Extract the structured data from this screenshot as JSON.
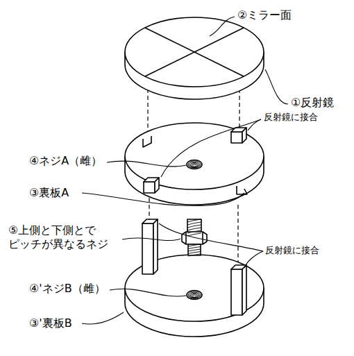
{
  "diagram": {
    "labels": [
      "②ミラー面",
      "①反射鏡",
      "反射鏡に接合",
      "④ネジA（雌）",
      "③裏板A",
      "⑤上側と下側とで ピッチが異なるネジ",
      "反射鏡に接合",
      "④'ネジB（雌）",
      "③'裏板B"
    ]
  }
}
